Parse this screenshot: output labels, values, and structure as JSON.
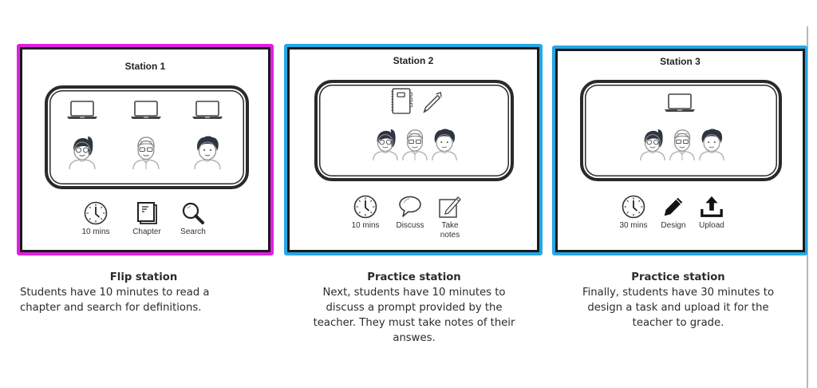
{
  "colors": {
    "station1_border": "#e020e0",
    "station2_border": "#25a8e6",
    "station3_border": "#25a8e6",
    "inner_frame": "#2a2a2a",
    "text": "#2b2b2b",
    "divider": "#b8b8b8"
  },
  "stations": [
    {
      "title": "Station 1",
      "scene": {
        "devices": [
          "laptop-icon",
          "laptop-icon",
          "laptop-icon"
        ],
        "students": [
          "student-girl-icon",
          "student-boy-glasses-icon",
          "student-curly-icon"
        ]
      },
      "icons": [
        {
          "icon": "clock-icon",
          "label": "10 mins"
        },
        {
          "icon": "book-icon",
          "label": "Chapter"
        },
        {
          "icon": "magnifier-icon",
          "label": "Search"
        }
      ],
      "caption": {
        "title": "Flip station",
        "lines": [
          "Students have 10 minutes to read a",
          "chapter and search for definitions."
        ]
      }
    },
    {
      "title": "Station 2",
      "scene": {
        "devices": [
          "notebook-icon",
          "pen-icon"
        ],
        "students": [
          "student-girl-icon",
          "student-boy-glasses-icon",
          "student-curly-icon"
        ]
      },
      "icons": [
        {
          "icon": "clock-icon",
          "label": "10 mins"
        },
        {
          "icon": "speech-bubble-icon",
          "label": "Discuss"
        },
        {
          "icon": "note-pen-icon",
          "label": "Take notes",
          "label_line1": "Take",
          "label_line2": "notes"
        }
      ],
      "caption": {
        "title": "Practice station",
        "lines": [
          "Next, students have 10 minutes to",
          "discuss a prompt provided by the",
          "teacher. They must take notes of their",
          "answes."
        ]
      }
    },
    {
      "title": "Station 3",
      "scene": {
        "devices": [
          "laptop-icon"
        ],
        "students": [
          "student-girl-icon",
          "student-boy-glasses-icon",
          "student-curly-icon"
        ]
      },
      "icons": [
        {
          "icon": "clock-icon",
          "label": "30 mins"
        },
        {
          "icon": "pencil-icon",
          "label": "Design"
        },
        {
          "icon": "upload-icon",
          "label": "Upload"
        }
      ],
      "caption": {
        "title": "Practice station",
        "lines": [
          "Finally, students have 30 minutes to",
          "design a task and upload it for the",
          "teacher to grade."
        ]
      }
    }
  ]
}
